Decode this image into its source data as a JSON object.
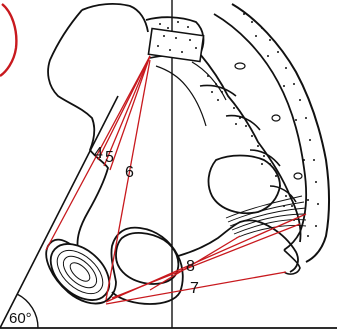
{
  "labels": {
    "measure_4": "4",
    "measure_5": "5",
    "measure_6": "6",
    "measure_7": "7",
    "measure_8": "8",
    "angle": "60°"
  },
  "colors": {
    "outline": "#111111",
    "measurement_lines": "#c8191e",
    "bone_fill": "#ffffff"
  }
}
